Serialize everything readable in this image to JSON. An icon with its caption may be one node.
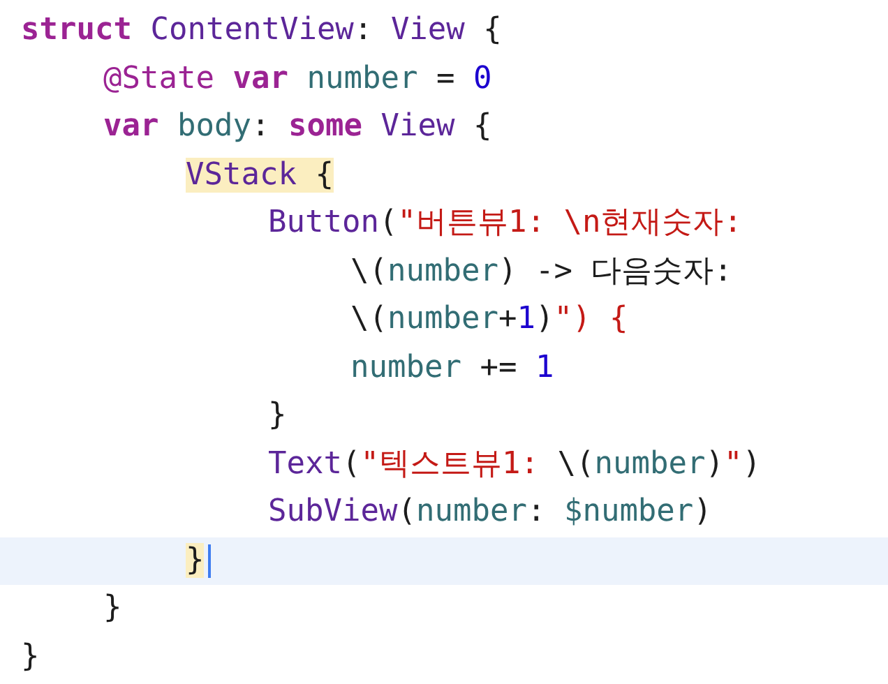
{
  "diagram": {
    "labels": [
      "struct ContentView: View {",
      "@State var number = 0",
      "var body: some View {",
      "VStack {",
      "Button(\"버튼뷰1: \\n현재숫자: \\(number) -> 다음숫자: \\(number+1)\") {",
      "number += 1",
      "}",
      "Text(\"텍스트뷰1: \\(number)\")",
      "SubView(number: $number)",
      "}",
      "}",
      "}"
    ]
  }
}
